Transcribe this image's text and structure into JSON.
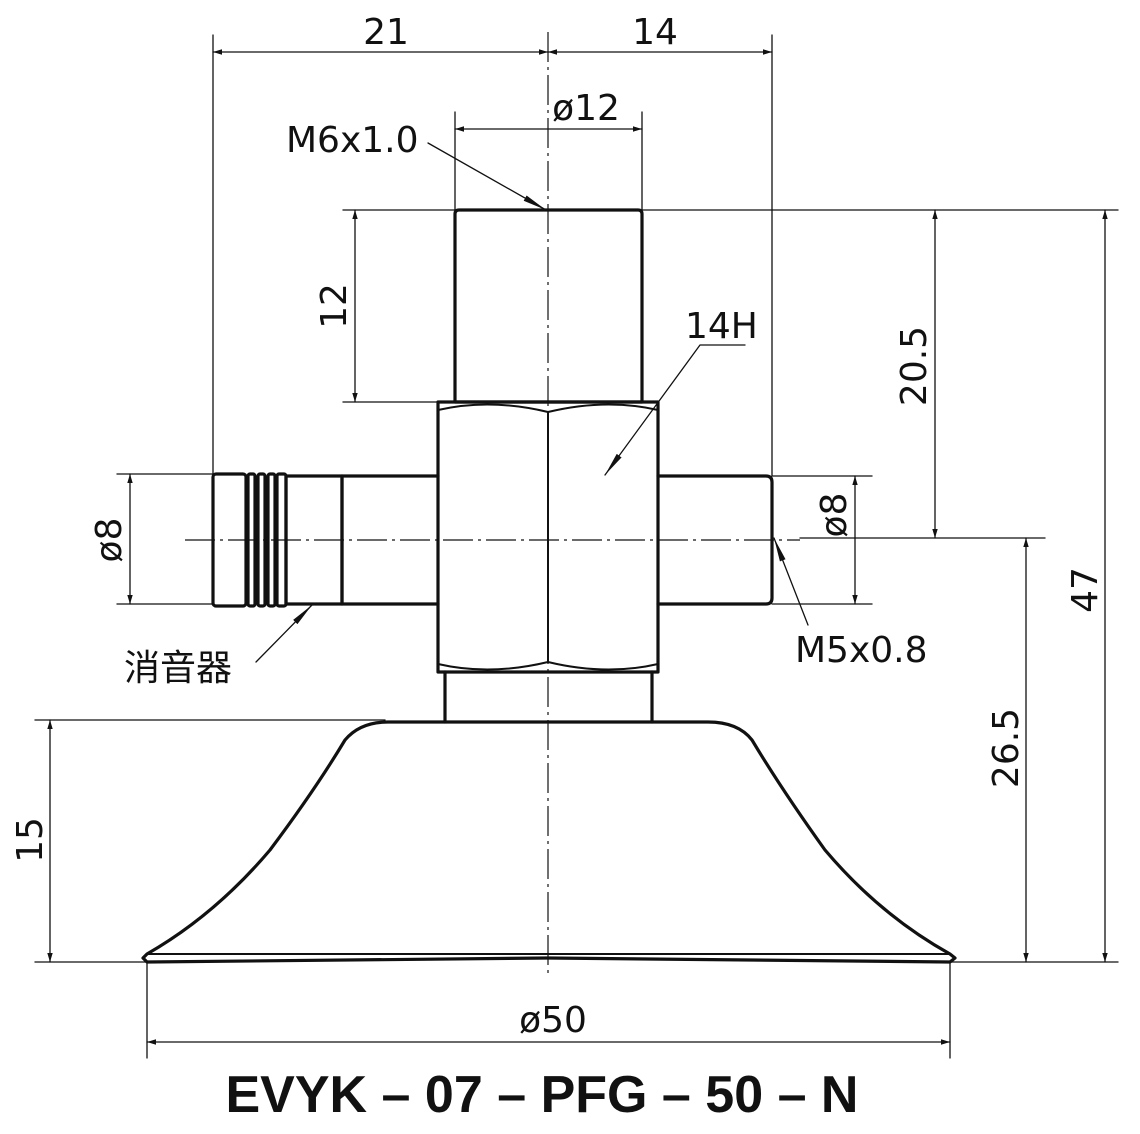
{
  "dimensions": {
    "width_left": "21",
    "width_right": "14",
    "stem_diameter": "ø12",
    "thread_top": "M6x1.0",
    "stem_height": "12",
    "hex_size": "14H",
    "height_upper": "20.5",
    "body_diameter_left": "ø8",
    "body_diameter_right": "ø8",
    "thread_side": "M5x0.8",
    "height_total": "47",
    "height_lower": "26.5",
    "cup_height": "15",
    "cup_diameter": "ø50"
  },
  "labels": {
    "silencer": "消音器"
  },
  "title": "EVYK – 07 – PFG – 50 – N"
}
